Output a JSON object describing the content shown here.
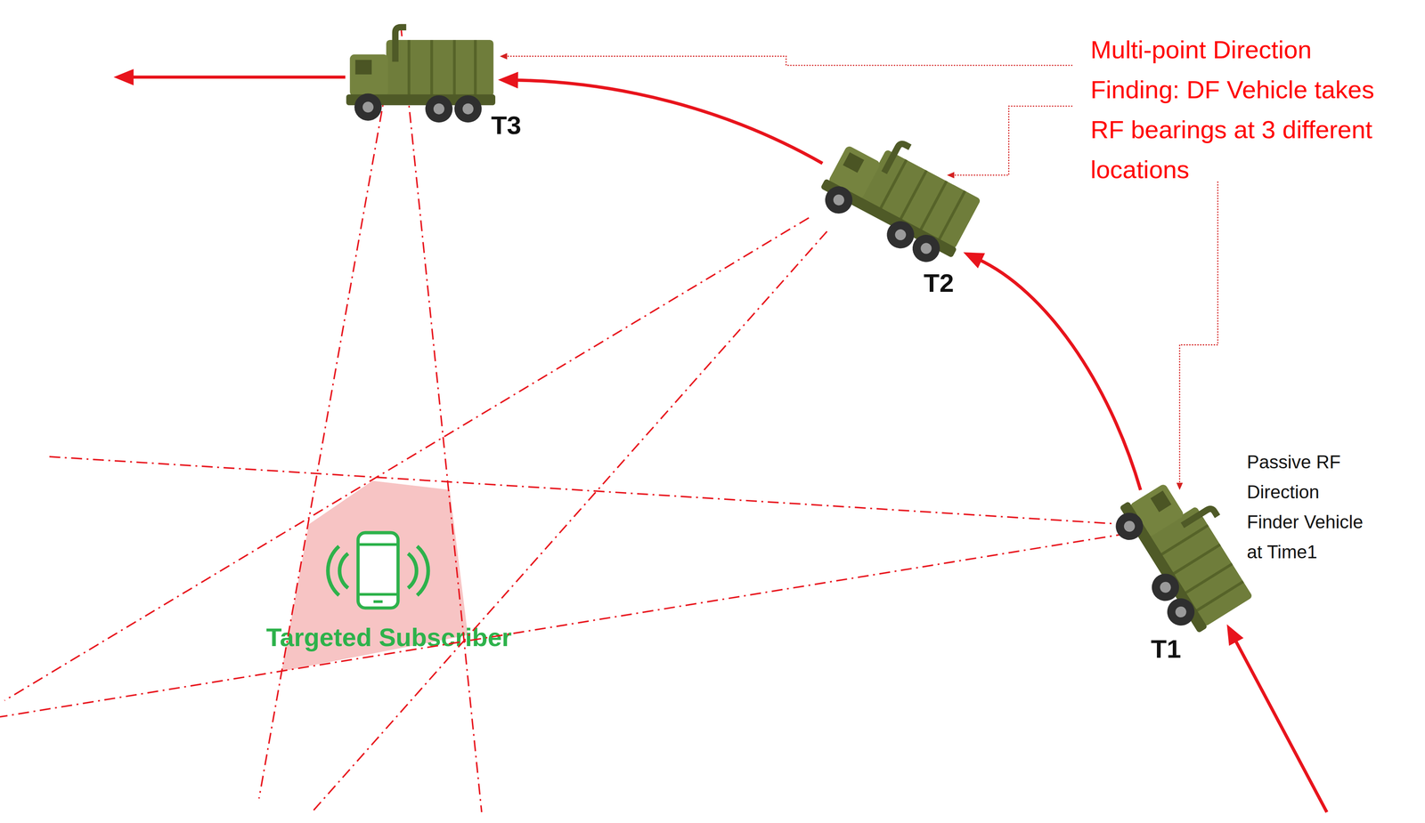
{
  "diagram": {
    "nodes": [
      {
        "text": [
          "T1"
        ]
      },
      {
        "text": [
          "T2"
        ]
      },
      {
        "text": [
          "T3"
        ]
      },
      {
        "text": [
          "Targeted Subscriber"
        ]
      }
    ],
    "edges": [
      {
        "from": 0,
        "to": 1,
        "arrow": "to"
      },
      {
        "from": 1,
        "to": 2,
        "arrow": "to"
      }
    ],
    "labels": [
      "Multi-point Direction Finding: DF Vehicle takes RF bearings at 3 different locations",
      "Passive RF Direction Finder Vehicle at Time1"
    ]
  }
}
